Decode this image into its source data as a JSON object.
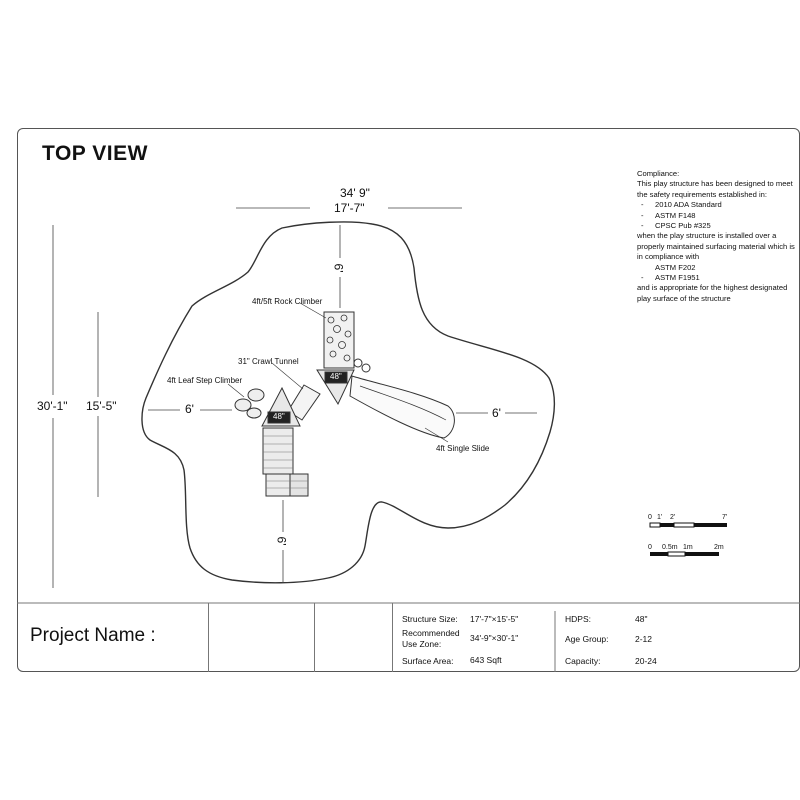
{
  "title": "TOP VIEW",
  "compliance": {
    "heading": "Compliance:",
    "intro": "This play structure has been designed to meet the safety requirements established in:",
    "standards": [
      "2010 ADA Standard",
      "ASTM F148",
      "CPSC Pub #325"
    ],
    "condition": "when the play structure is installed over a properly maintained surfacing material which is in compliance with",
    "surfacing_standards": [
      "ASTM F202",
      "ASTM F1951"
    ],
    "closing": "and is appropriate for the highest designated play surface of the structure"
  },
  "dimensions": {
    "zone_width": "34' 9\"",
    "structure_width": "17'-7\"",
    "zone_height": "30'-1\"",
    "structure_height": "15'-5\"",
    "top_clearance": "6'",
    "left_clearance": "6'",
    "right_clearance": "6'",
    "bottom_clearance": "6'"
  },
  "components": {
    "rock_climber": "4ft/5ft Rock Climber",
    "crawl_tunnel": "31\" Crawl Tunnel",
    "leaf_climber": "4ft Leaf Step Climber",
    "slide": "4ft Single Slide",
    "deck_height_1": "48\"",
    "deck_height_2": "48\""
  },
  "scale": {
    "feet": [
      "0",
      "1'",
      "2'",
      "7'"
    ],
    "meters": [
      "0",
      "0.5m",
      "1m",
      "2m"
    ]
  },
  "titleblock": {
    "project_name": "Project Name :",
    "structure_size_label": "Structure Size:",
    "structure_size_value": "17'-7\"×15'-5\"",
    "use_zone_label_1": "Recommended",
    "use_zone_label_2": "Use Zone:",
    "use_zone_value": "34'-9\"×30'-1\"",
    "surface_area_label": "Surface Area:",
    "surface_area_value": "643 Sqft",
    "hdps_label": "HDPS:",
    "hdps_value": "48\"",
    "age_group_label": "Age Group:",
    "age_group_value": "2-12",
    "capacity_label": "Capacity:",
    "capacity_value": "20-24"
  }
}
